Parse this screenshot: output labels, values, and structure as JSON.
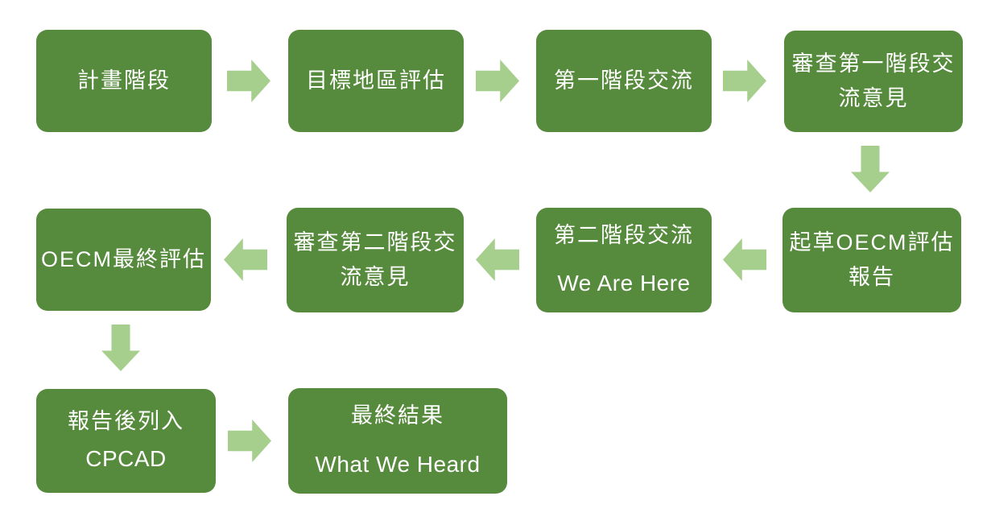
{
  "diagram": {
    "type": "flowchart",
    "colors": {
      "box": "#568a3c",
      "arrow": "#a6ce8c",
      "text": "#ffffff",
      "background": "#ffffff"
    },
    "nodes": [
      {
        "name": "planning-stage",
        "lines": [
          "計畫階段"
        ]
      },
      {
        "name": "target-area-assessment",
        "lines": [
          "目標地區評估"
        ]
      },
      {
        "name": "stage-1-exchange",
        "lines": [
          "第一階段交流"
        ]
      },
      {
        "name": "review-stage-1-comments",
        "lines": [
          "審查第一階段交",
          "流意見"
        ]
      },
      {
        "name": "draft-oecm-assessment-report",
        "lines": [
          "起草OECM評估",
          "報告"
        ]
      },
      {
        "name": "stage-2-exchange",
        "lines": [
          "第二階段交流",
          "We Are Here"
        ]
      },
      {
        "name": "review-stage-2-comments",
        "lines": [
          "審查第二階段交",
          "流意見"
        ]
      },
      {
        "name": "oecm-final-assessment",
        "lines": [
          "OECM最終評估"
        ]
      },
      {
        "name": "report-then-cpcad-listing",
        "lines": [
          "報告後列入",
          "CPCAD"
        ]
      },
      {
        "name": "final-results",
        "lines": [
          "最終結果",
          "What We Heard"
        ]
      }
    ],
    "arrow_directions": [
      "right",
      "right",
      "right",
      "down",
      "left",
      "left",
      "left",
      "down",
      "right"
    ]
  }
}
